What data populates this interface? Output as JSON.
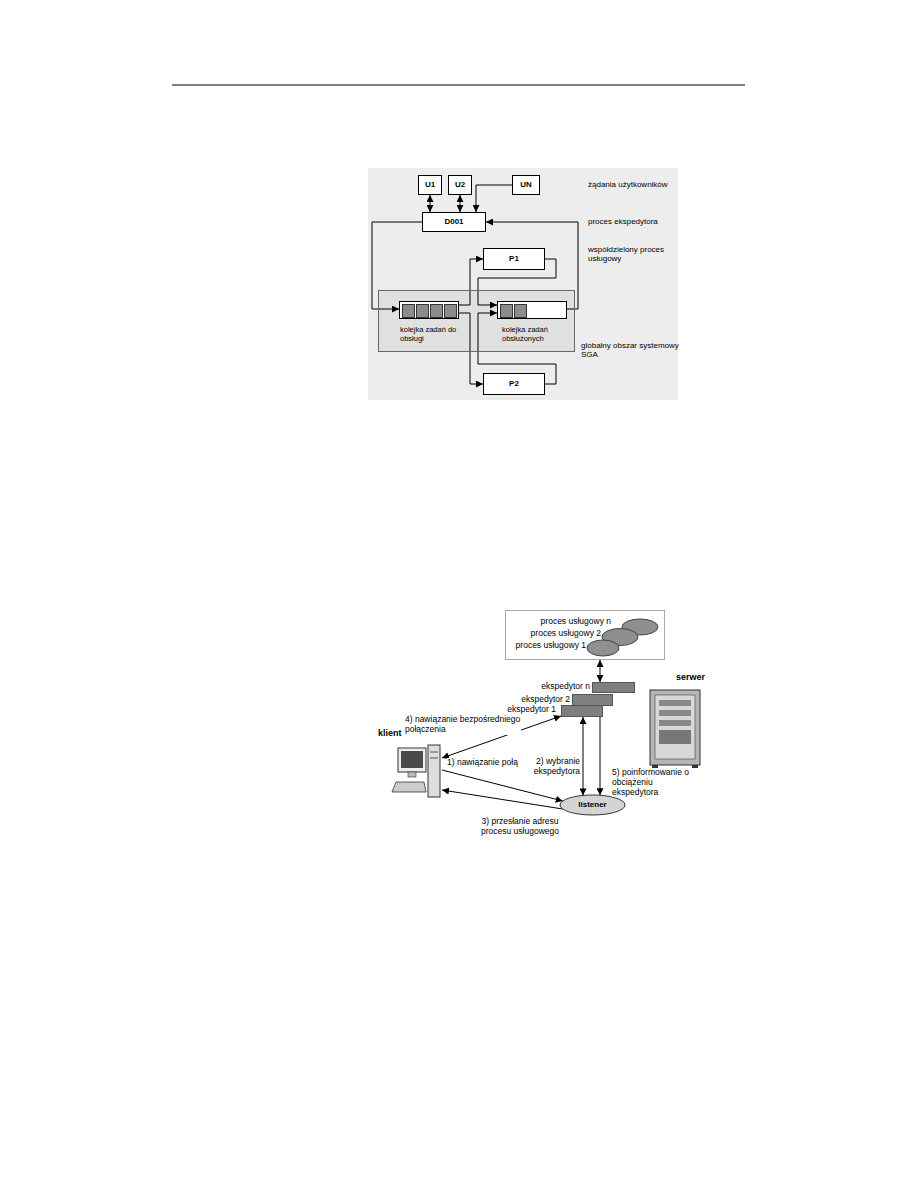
{
  "diagram": {
    "nodes": [
      {
        "text": [
          "U1"
        ]
      },
      {
        "text": [
          "U2"
        ]
      },
      {
        "text": [
          "UN"
        ]
      },
      {
        "text": [
          "D001"
        ]
      },
      {
        "text": [
          "P1"
        ]
      },
      {
        "text": [
          "globalny obszar systemowy SGA"
        ]
      },
      {
        "text": [
          "kolejka zadań do obsługi"
        ],
        "in": 5
      },
      {
        "text": [
          "kolejka zadań obsłużonych"
        ],
        "in": 5
      },
      {
        "text": [
          "P2"
        ]
      },
      {
        "text": [
          "proces usługowy n",
          "proces usługowy 2",
          "proces usługowy 1"
        ]
      },
      {
        "text": [
          "ekspedytor n"
        ]
      },
      {
        "text": [
          "ekspedytor 2"
        ]
      },
      {
        "text": [
          "ekspedytor 1"
        ]
      },
      {
        "text": [
          "klient"
        ]
      },
      {
        "text": [
          "listener"
        ]
      }
    ],
    "edges": [
      {
        "from": 0,
        "to": 3,
        "arrow": "both"
      },
      {
        "from": 1,
        "to": 3,
        "arrow": "both"
      },
      {
        "from": 2,
        "to": 3,
        "arrow": "to"
      },
      {
        "from": 3,
        "to": 6,
        "arrow": "to"
      },
      {
        "from": 6,
        "to": 4,
        "arrow": "to"
      },
      {
        "from": 6,
        "to": 8,
        "arrow": "to"
      },
      {
        "from": 4,
        "to": 7,
        "arrow": "to"
      },
      {
        "from": 8,
        "to": 7,
        "arrow": "to"
      },
      {
        "from": 7,
        "to": 3,
        "arrow": "to"
      },
      {
        "from": 9,
        "to": 10,
        "arrow": "both"
      },
      {
        "from": 13,
        "to": 14,
        "arrow": "to",
        "label": "1) nawiązanie połączenia"
      },
      {
        "from": 14,
        "to": 12,
        "arrow": "both",
        "label": "2) wybranie ekspedytora"
      },
      {
        "from": 14,
        "to": 13,
        "arrow": "to",
        "label": "3) przesłanie adresu procesu usługowego"
      },
      {
        "from": 12,
        "to": 13,
        "arrow": "both",
        "label": "4) nawiązanie bezpośredniego połączenia"
      },
      {
        "from": 12,
        "to": 14,
        "arrow": "to",
        "label": "5) poinformowanie o obciążeniu ekspedytora"
      }
    ],
    "labels": [
      "żądania użytkowników",
      "proces ekspedytora",
      "współdzielony proces usługowy",
      "serwer"
    ]
  }
}
